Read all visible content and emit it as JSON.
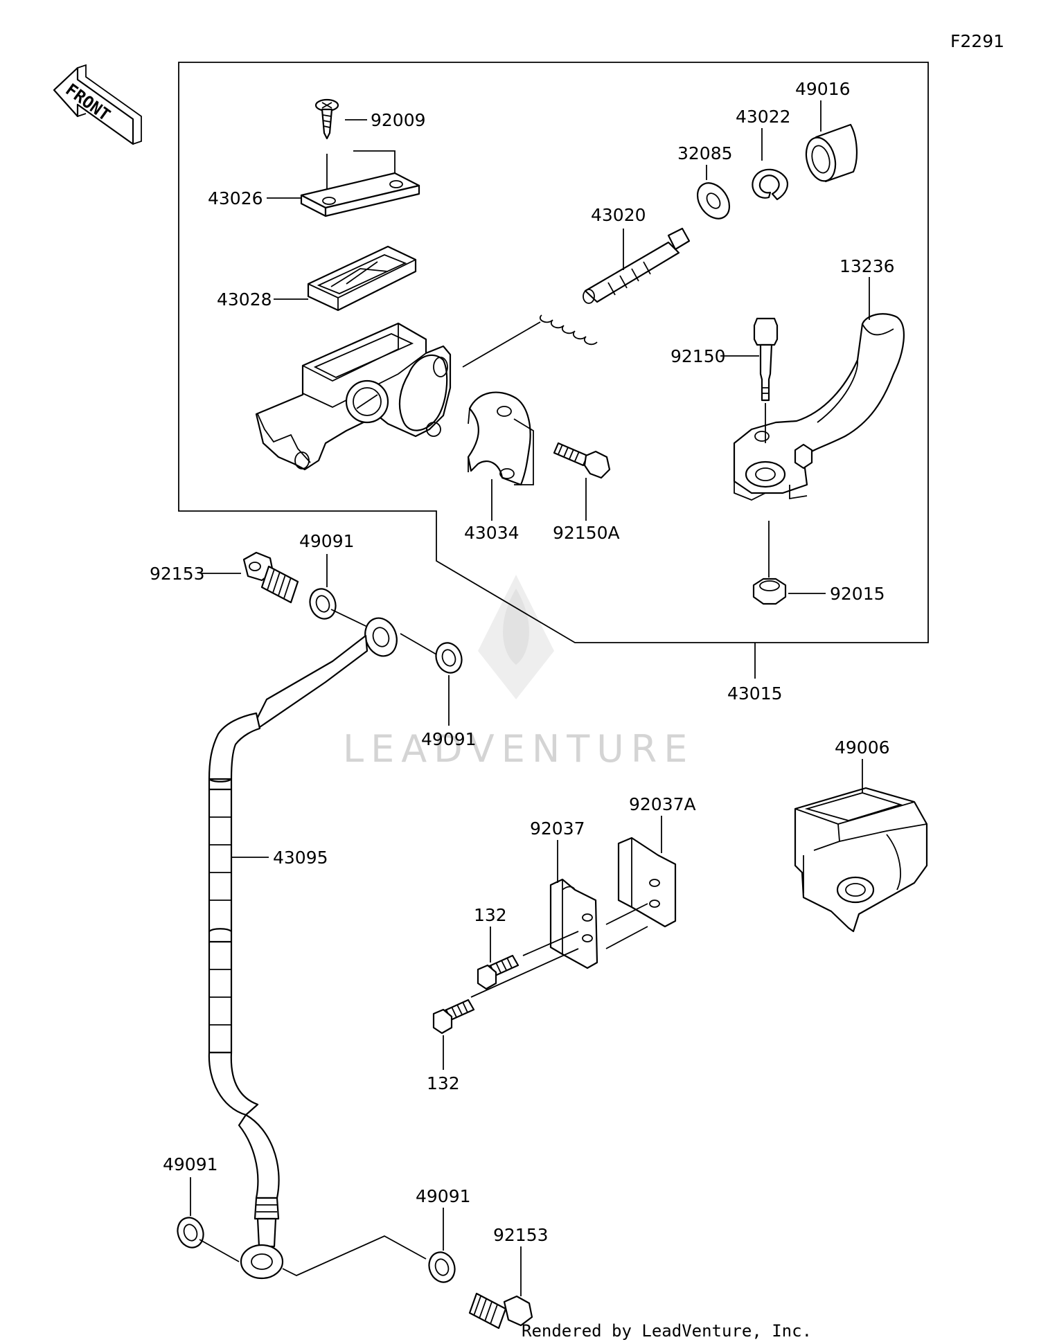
{
  "figure_code": "F2291",
  "front_label": "FRONT",
  "watermark": "LEADVENTURE",
  "credit": "Rendered by LeadVenture, Inc.",
  "parts": {
    "screw": "92009",
    "cap": "43026",
    "diaphragm": "43028",
    "piston": "43020",
    "washer": "32085",
    "circlip": "43022",
    "boot": "49016",
    "lever": "13236",
    "pivot_bolt": "92150",
    "holder": "43034",
    "holder_bolt": "92150A",
    "nut": "92015",
    "assembly": "43015",
    "banjo_bolt_top": "92153",
    "gasket_top_1": "49091",
    "gasket_top_2": "49091",
    "hose": "43095",
    "guard": "49006",
    "clamp": "92037",
    "clamp_a": "92037A",
    "bolt_upper": "132",
    "bolt_lower": "132",
    "gasket_bottom_1": "49091",
    "gasket_bottom_2": "49091",
    "banjo_bolt_bottom": "92153"
  }
}
